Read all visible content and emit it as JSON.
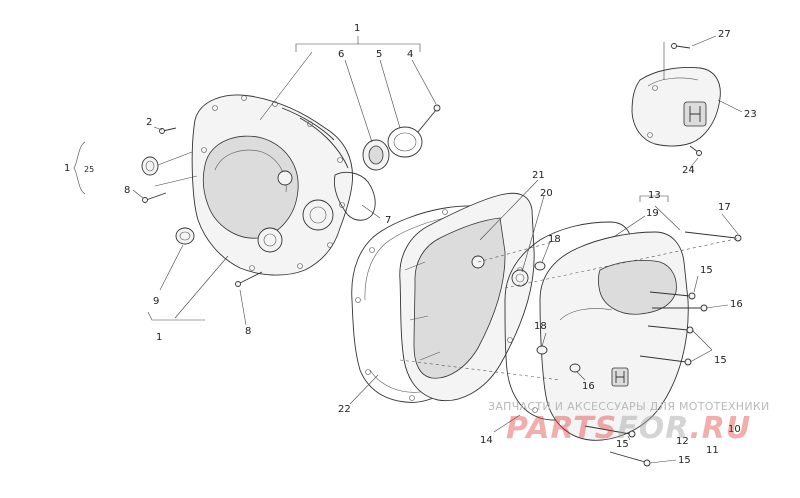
{
  "callouts": [
    {
      "id": "c1-top",
      "text": "1"
    },
    {
      "id": "c6",
      "text": "6"
    },
    {
      "id": "c5",
      "text": "5"
    },
    {
      "id": "c4",
      "text": "4"
    },
    {
      "id": "c2",
      "text": "2"
    },
    {
      "id": "c1-left",
      "text": "1"
    },
    {
      "id": "c25",
      "text": "25"
    },
    {
      "id": "c8-left",
      "text": "8"
    },
    {
      "id": "c7",
      "text": "7"
    },
    {
      "id": "c9",
      "text": "9"
    },
    {
      "id": "c8-bottom",
      "text": "8"
    },
    {
      "id": "c1-bottom",
      "text": "1"
    },
    {
      "id": "c27",
      "text": "27"
    },
    {
      "id": "c23",
      "text": "23"
    },
    {
      "id": "c24",
      "text": "24"
    },
    {
      "id": "c21",
      "text": "21"
    },
    {
      "id": "c20",
      "text": "20"
    },
    {
      "id": "c18-top",
      "text": "18"
    },
    {
      "id": "c13",
      "text": "13"
    },
    {
      "id": "c19",
      "text": "19"
    },
    {
      "id": "c17",
      "text": "17"
    },
    {
      "id": "c15-a",
      "text": "15"
    },
    {
      "id": "c16-right",
      "text": "16"
    },
    {
      "id": "c15-b",
      "text": "15"
    },
    {
      "id": "c18-mid",
      "text": "18"
    },
    {
      "id": "c16-mid",
      "text": "16"
    },
    {
      "id": "c22",
      "text": "22"
    },
    {
      "id": "c14",
      "text": "14"
    },
    {
      "id": "c15-c",
      "text": "15"
    },
    {
      "id": "c12",
      "text": "12"
    },
    {
      "id": "c10",
      "text": "10"
    },
    {
      "id": "c11",
      "text": "11"
    },
    {
      "id": "c15-d",
      "text": "15"
    }
  ],
  "watermark": {
    "caption": "ЗАПЧАСТИ И АКСЕССУАРЫ ДЛЯ МОТОТЕХНИКИ",
    "logo_main": "PARTS",
    "logo_mid": "FOR",
    "logo_tld": ".RU"
  }
}
